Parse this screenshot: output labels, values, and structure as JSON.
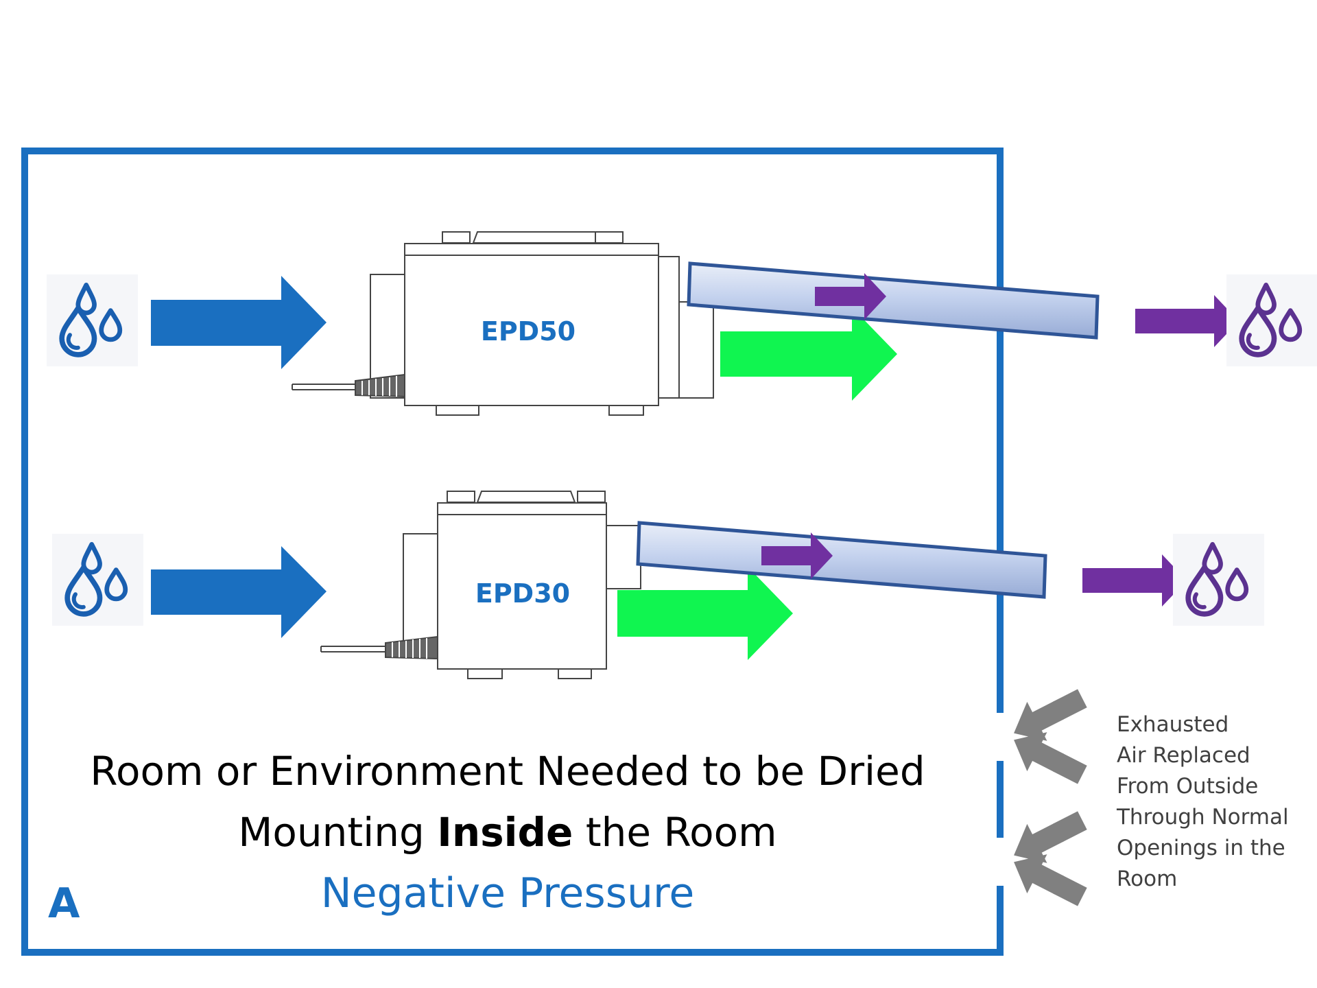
{
  "units": [
    {
      "model": "EPD50"
    },
    {
      "model": "EPD30"
    }
  ],
  "caption": {
    "line1": "Room or Environment Needed to be Dried",
    "line2_prefix": "Mounting ",
    "line2_bold": "Inside",
    "line2_suffix": " the Room",
    "line3": "Negative Pressure"
  },
  "panel_letter": "A",
  "side_note": "Exhausted\nAir Replaced\nFrom Outside\nThrough Normal\nOpenings in the\nRoom",
  "colors": {
    "room_border": "#1a6fc0",
    "blue_arrow": "#1a6fc0",
    "green_arrow": "#10f550",
    "purple": "#7030a0",
    "dry_icon": "#1a5fb0",
    "moist_icon": "#5b3290",
    "duct_fill": "#c9d6ee",
    "duct_border": "#2f5597",
    "gray_arrow": "#808080",
    "label_blue": "#1a6fc0"
  },
  "icons": {
    "water_drops": "water-drops-icon",
    "inflow_arrow": "arrow-right-icon",
    "replacement_arrow": "arrow-up-left-icon"
  }
}
